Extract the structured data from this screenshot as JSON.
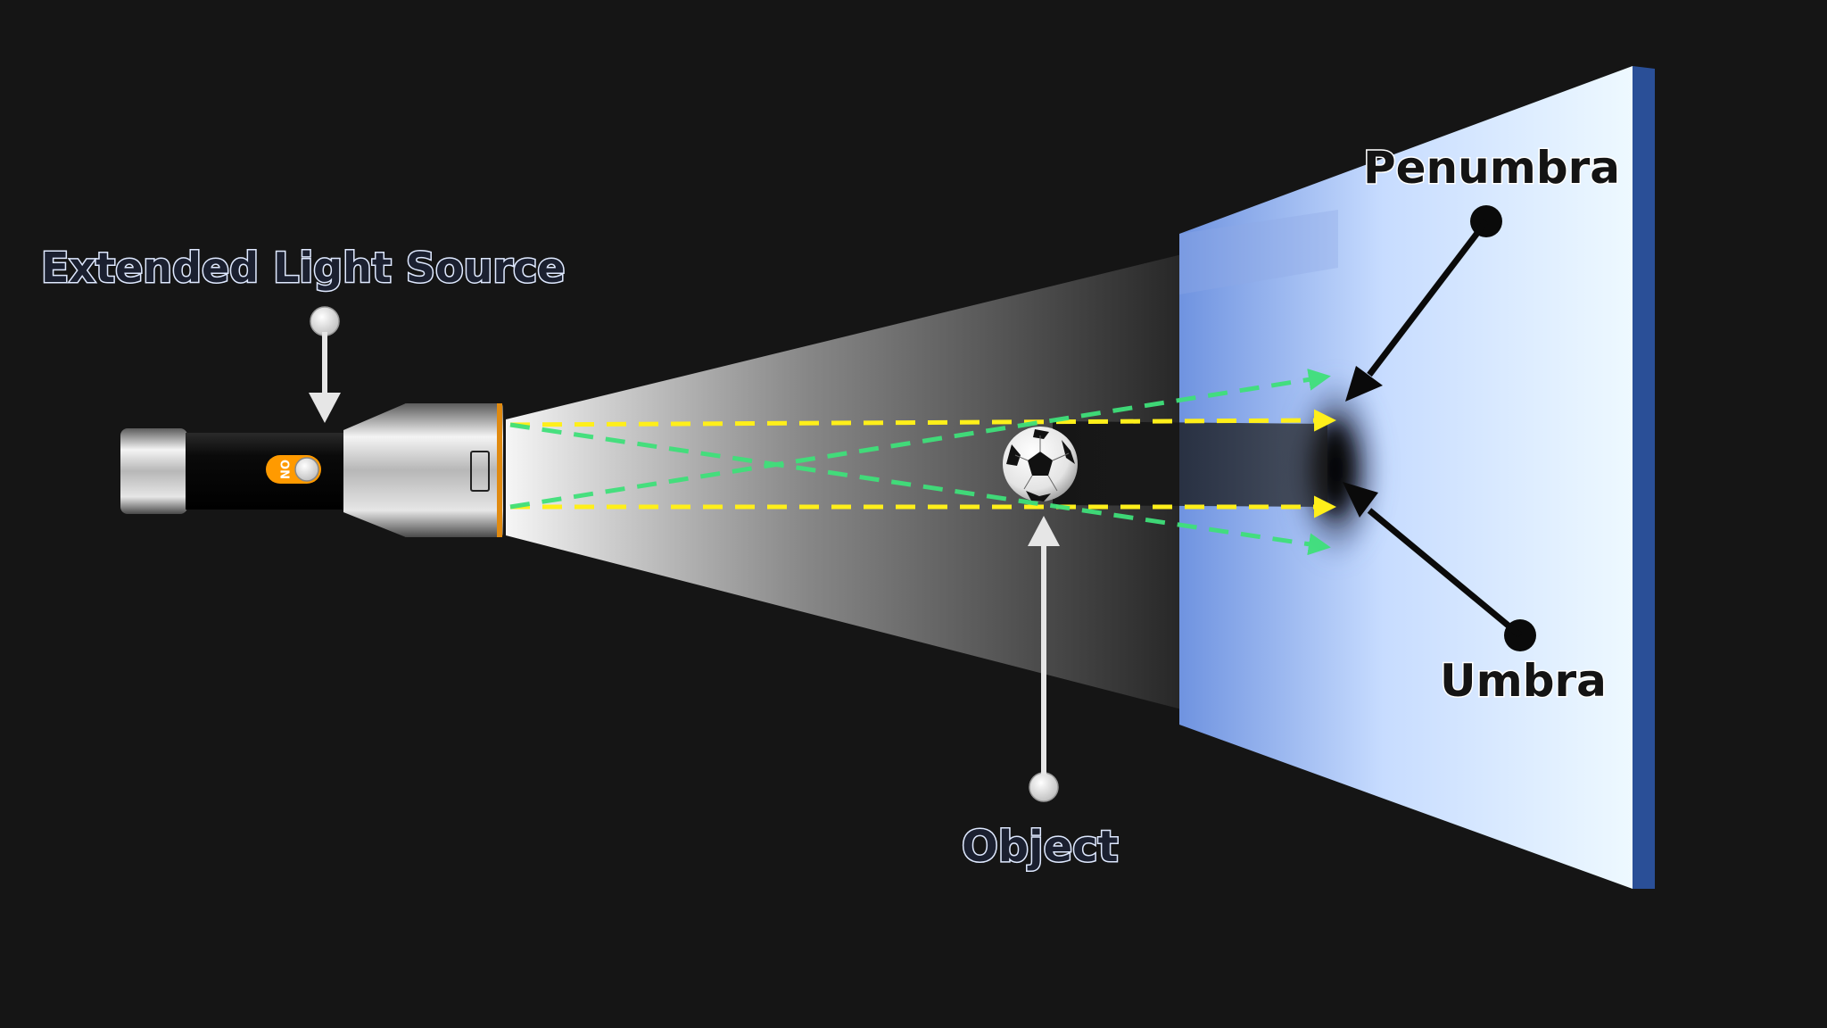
{
  "diagram": {
    "labels": {
      "light_source": "Extended Light Source",
      "object": "Object",
      "penumbra": "Penumbra",
      "umbra": "Umbra"
    },
    "flashlight_switch": "ON",
    "colors": {
      "background": "#151515",
      "direct_rays": "#ffef1a",
      "edge_rays": "#3fe07a",
      "screen_light": "#eaf7ff",
      "screen_dark": "#6f93e0",
      "screen_edge": "#2a4f97",
      "switch": "#ff9a00"
    },
    "icons": [
      "flashlight-icon",
      "soccer-ball-icon",
      "screen-panel"
    ]
  }
}
